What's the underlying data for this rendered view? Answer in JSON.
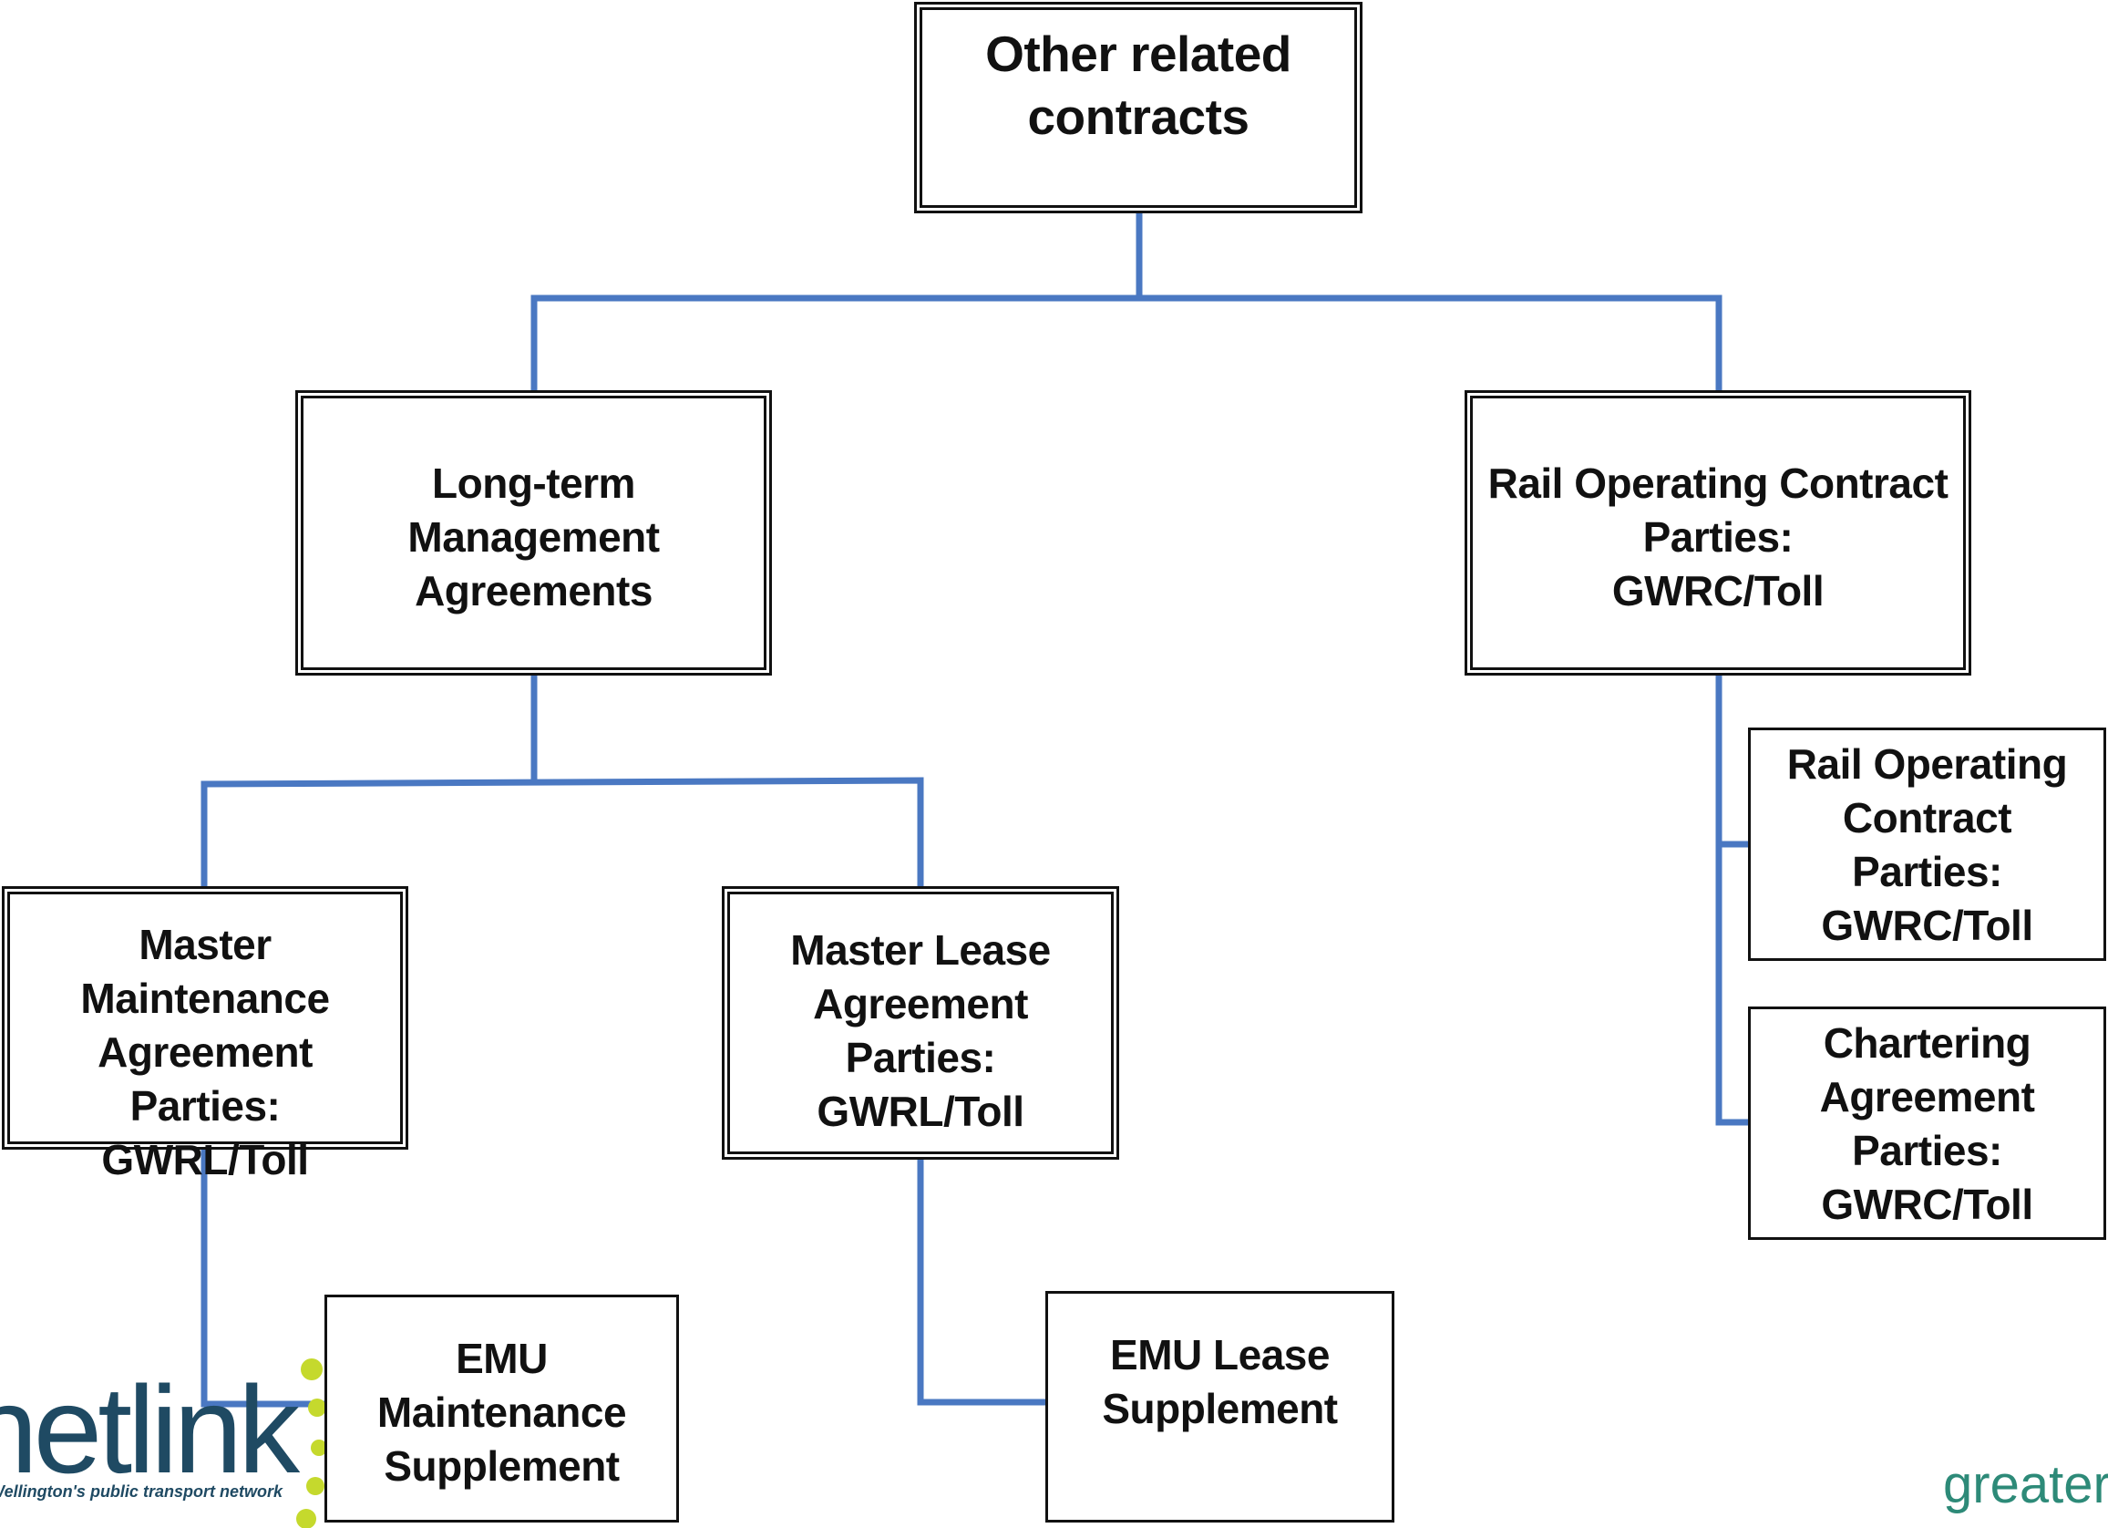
{
  "diagram": {
    "connector_color": "#4a78c2",
    "nodes": {
      "other_related_contracts": "Other related\ncontracts",
      "long_term_management_agreements": "Long-term Management\nAgreements",
      "rail_operating_contract_top": "Rail Operating Contract\nParties:\nGWRC/Toll",
      "master_maintenance_agreement": "Master Maintenance\nAgreement\nParties:\nGWRL/Toll",
      "master_lease_agreement": "Master Lease\nAgreement\nParties:\nGWRL/Toll",
      "rail_operating_contract_sub": "Rail Operating\nContract\nParties:\nGWRC/Toll",
      "chartering_agreement": "Chartering\nAgreement\nParties:\nGWRC/Toll",
      "emu_maintenance_supplement": "EMU Maintenance\nSupplement",
      "emu_lease_supplement": "EMU Lease\nSupplement"
    }
  },
  "logos": {
    "netlink": "netlink",
    "netlink_tagline": "Wellington's public transport network",
    "netlink_dot_color": "#c5d92d",
    "netlink_text_color": "#1f4a63",
    "greater": "greater",
    "greater_color": "#2d8a78"
  }
}
